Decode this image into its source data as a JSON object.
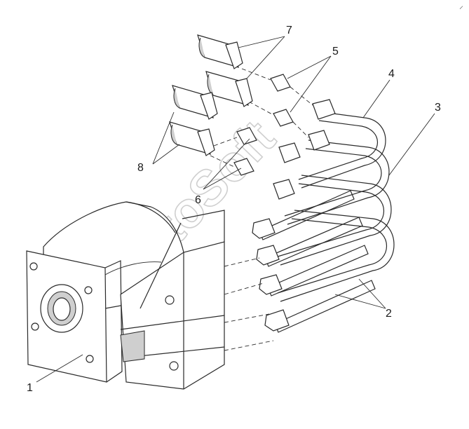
{
  "callouts": {
    "c1": "1",
    "c2": "2",
    "c3": "3",
    "c4": "4",
    "c5": "5",
    "c6": "6",
    "c7": "7",
    "c8": "8"
  },
  "watermark": "AutoSoft",
  "corner_mark": "⸝",
  "colors": {
    "line": "#2a2a2a",
    "watermark": "#cfcfcf",
    "background": "#ffffff"
  }
}
